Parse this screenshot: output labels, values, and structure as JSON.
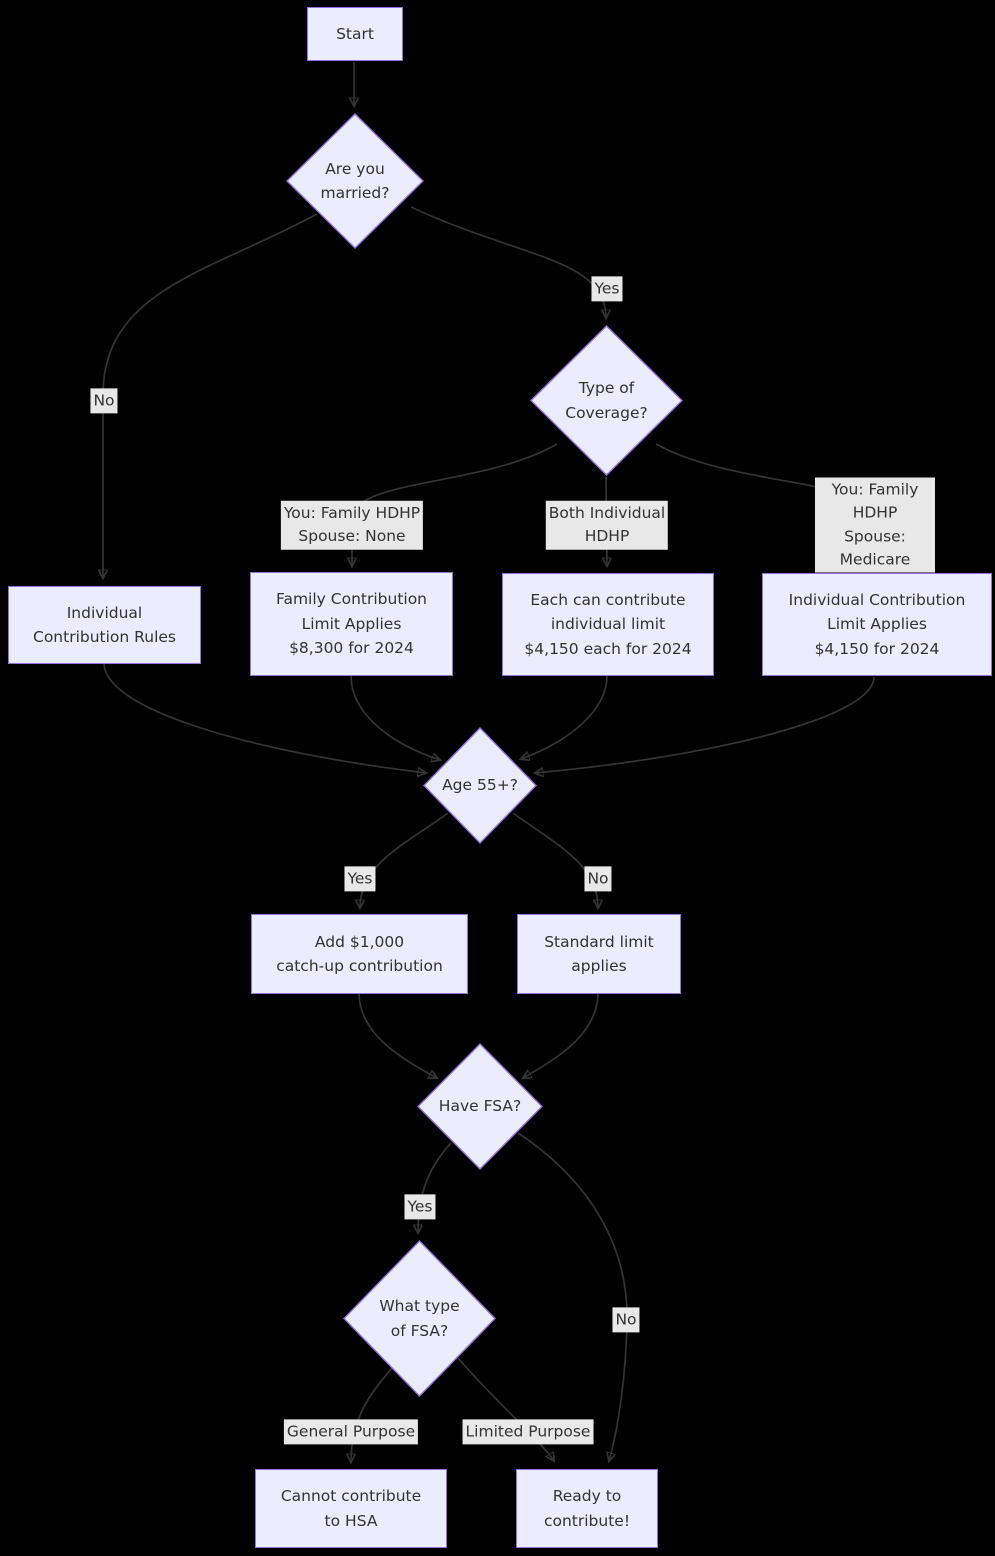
{
  "colors": {
    "background": "#000000",
    "node_fill": "#ECECFF",
    "node_border": "#9370DB",
    "node_text": "#333333",
    "edge_stroke": "#343434",
    "edge_label_bg": "#e8e8e8"
  },
  "nodes": {
    "start": "Start",
    "married": "Are you\nmarried?",
    "coverage": "Type of\nCoverage?",
    "individual_rules": "Individual\nContribution Rules",
    "family_limit": "Family Contribution\nLimit Applies\n$8,300 for 2024",
    "each_limit": "Each can contribute\nindividual limit\n$4,150 each for 2024",
    "individual_limit": "Individual Contribution\nLimit Applies\n$4,150 for 2024",
    "age55": "Age 55+?",
    "catchup": "Add $1,000\ncatch-up contribution",
    "standard": "Standard limit\napplies",
    "have_fsa": "Have FSA?",
    "fsa_type": "What type\nof FSA?",
    "cannot_contribute": "Cannot contribute\nto HSA",
    "ready": "Ready to\ncontribute!"
  },
  "edge_labels": {
    "married_yes": "Yes",
    "married_no": "No",
    "coverage_family_none": "You: Family HDHP\nSpouse: None",
    "coverage_both_individual": "Both Individual\nHDHP",
    "coverage_family_medicare": "You: Family HDHP\nSpouse: Medicare",
    "age_yes": "Yes",
    "age_no": "No",
    "fsa_yes": "Yes",
    "fsa_no": "No",
    "fsa_general": "General Purpose",
    "fsa_limited": "Limited Purpose"
  }
}
